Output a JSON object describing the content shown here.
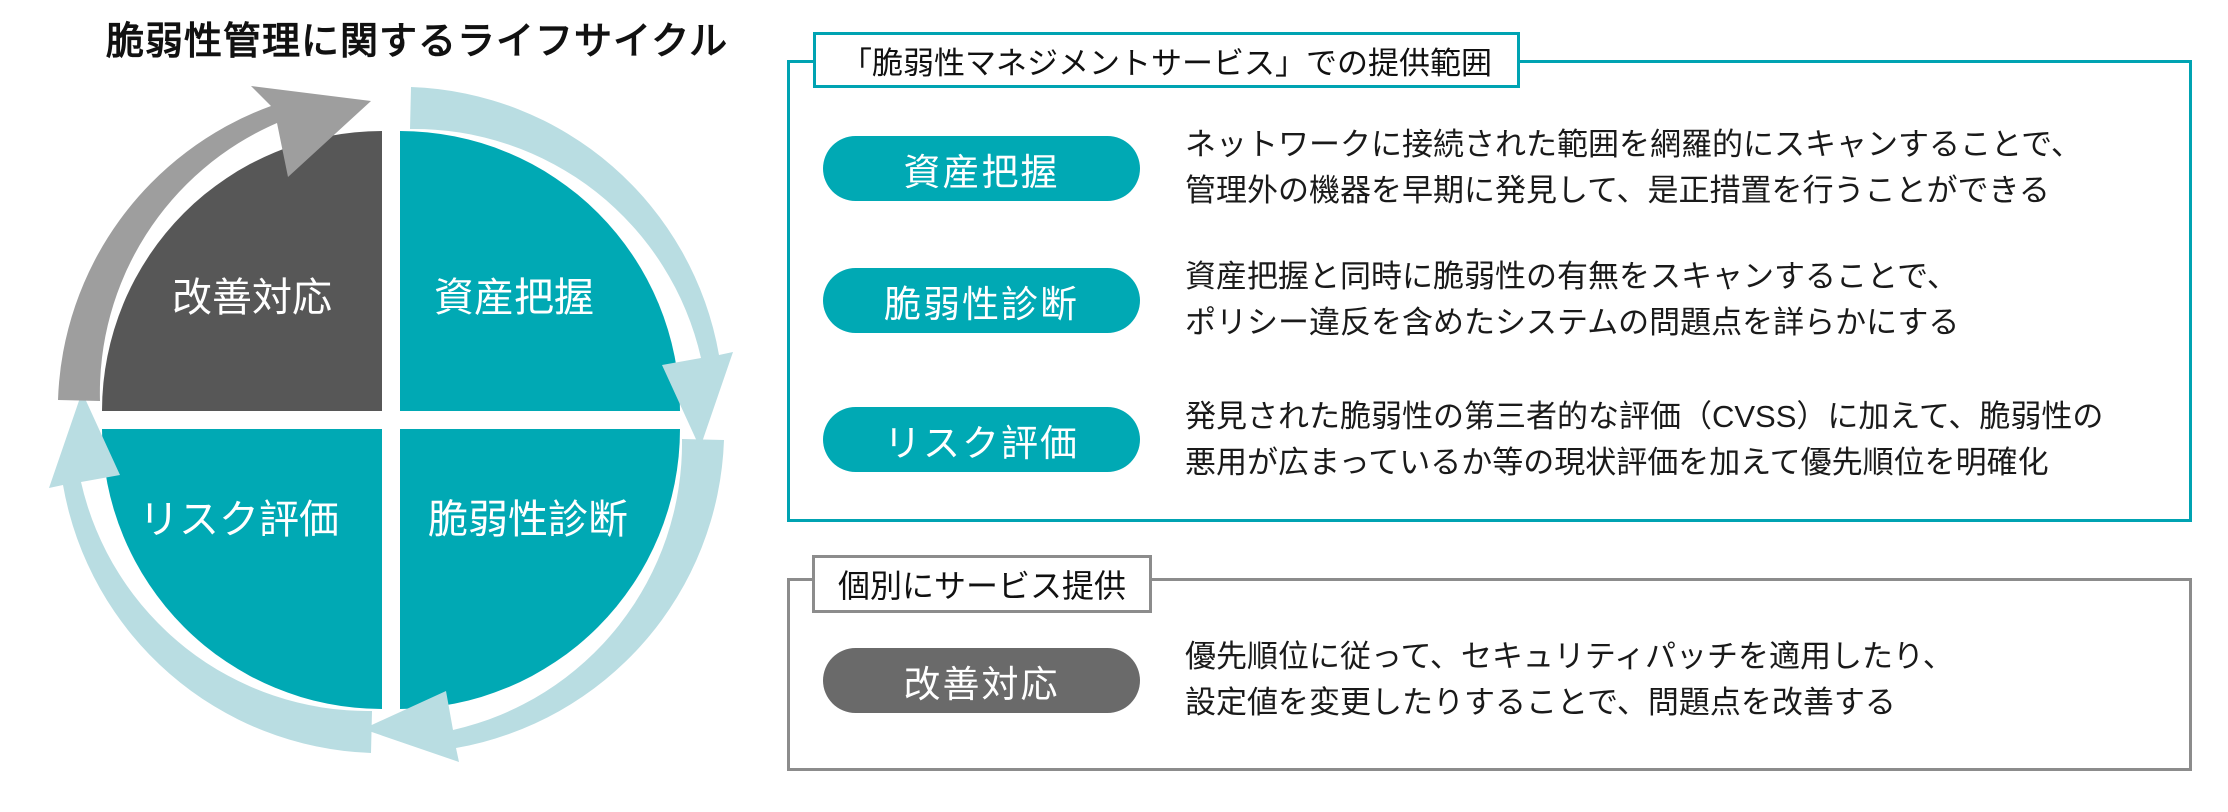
{
  "title": "脆弱性管理に関するライフサイクル",
  "colors": {
    "teal": "#00A9B4",
    "teal_band": "#B9DDE2",
    "teal_border": "#00A3B2",
    "dark_gray": "#575757",
    "gray_band": "#9E9E9E",
    "gray_pill": "#6A6A6A",
    "gray_border": "#8C8C8C",
    "text": "#1A1A1A"
  },
  "cycle": {
    "quadrants": [
      {
        "label": "改善対応",
        "position": "top-left",
        "color": "gray"
      },
      {
        "label": "資産把握",
        "position": "top-right",
        "color": "teal"
      },
      {
        "label": "脆弱性診断",
        "position": "bottom-right",
        "color": "teal"
      },
      {
        "label": "リスク評価",
        "position": "bottom-left",
        "color": "teal"
      }
    ]
  },
  "panels": {
    "provided": {
      "label": "「脆弱性マネジメントサービス」での提供範囲",
      "rows": [
        {
          "pill": "資産把握",
          "line1": "ネットワークに接続された範囲を網羅的にスキャンすることで、",
          "line2": "管理外の機器を早期に発見して、是正措置を行うことができる"
        },
        {
          "pill": "脆弱性診断",
          "line1": "資産把握と同時に脆弱性の有無をスキャンすることで、",
          "line2": "ポリシー違反を含めたシステムの問題点を詳らかにする"
        },
        {
          "pill": "リスク評価",
          "line1": "発見された脆弱性の第三者的な評価（CVSS）に加えて、脆弱性の",
          "line2": "悪用が広まっているか等の現状評価を加えて優先順位を明確化"
        }
      ]
    },
    "individual": {
      "label": "個別にサービス提供",
      "rows": [
        {
          "pill": "改善対応",
          "line1": "優先順位に従って、セキュリティパッチを適用したり、",
          "line2": "設定値を変更したりすることで、問題点を改善する"
        }
      ]
    }
  }
}
